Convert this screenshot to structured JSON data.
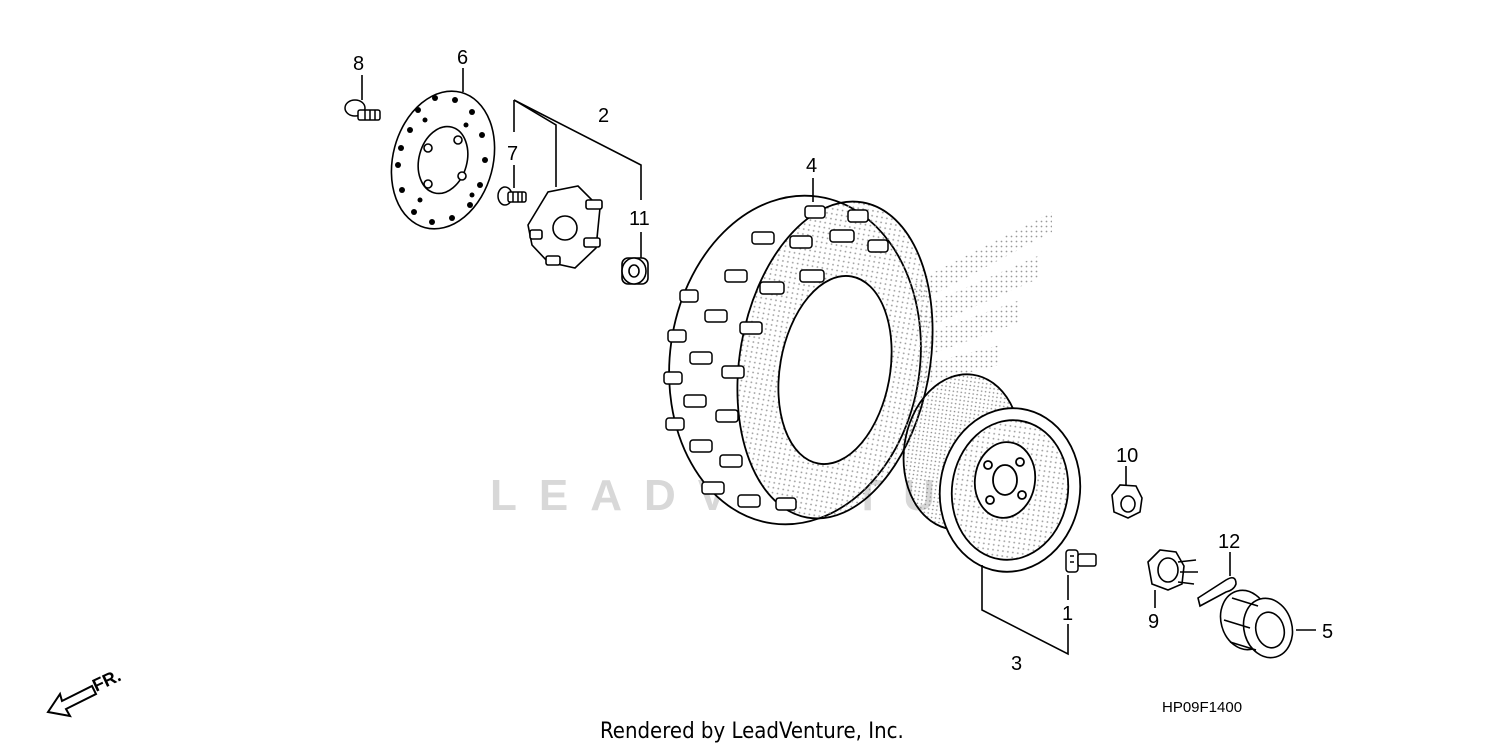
{
  "callouts": {
    "c1": "1",
    "c2": "2",
    "c3": "3",
    "c4": "4",
    "c5": "5",
    "c6": "6",
    "c7": "7",
    "c8": "8",
    "c9": "9",
    "c10": "10",
    "c11": "11",
    "c12": "12"
  },
  "diagram_code": "HP09F1400",
  "credit": "Rendered by LeadVenture, Inc.",
  "watermark": "LEADVENTURE",
  "front_indicator": "FR.",
  "colors": {
    "line": "#000000",
    "watermark": "#d8d8d8",
    "stipple": "#9a9a9a"
  }
}
